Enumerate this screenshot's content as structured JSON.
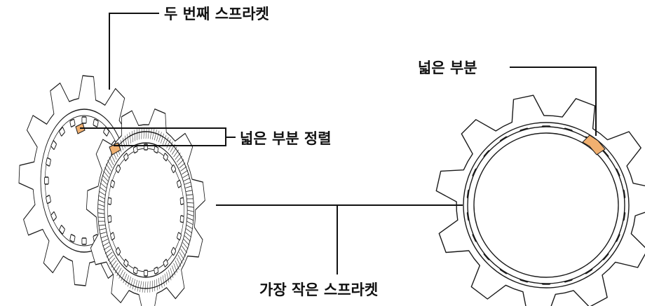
{
  "labels": {
    "second_sprocket": "두 번째 스프라켓",
    "align_wide_parts": "넓은 부분 정렬",
    "wide_part": "넓은 부분",
    "smallest_sprocket": "가장 작은 스프라켓"
  },
  "colors": {
    "line": "#111111",
    "highlight": "#f0b070"
  }
}
